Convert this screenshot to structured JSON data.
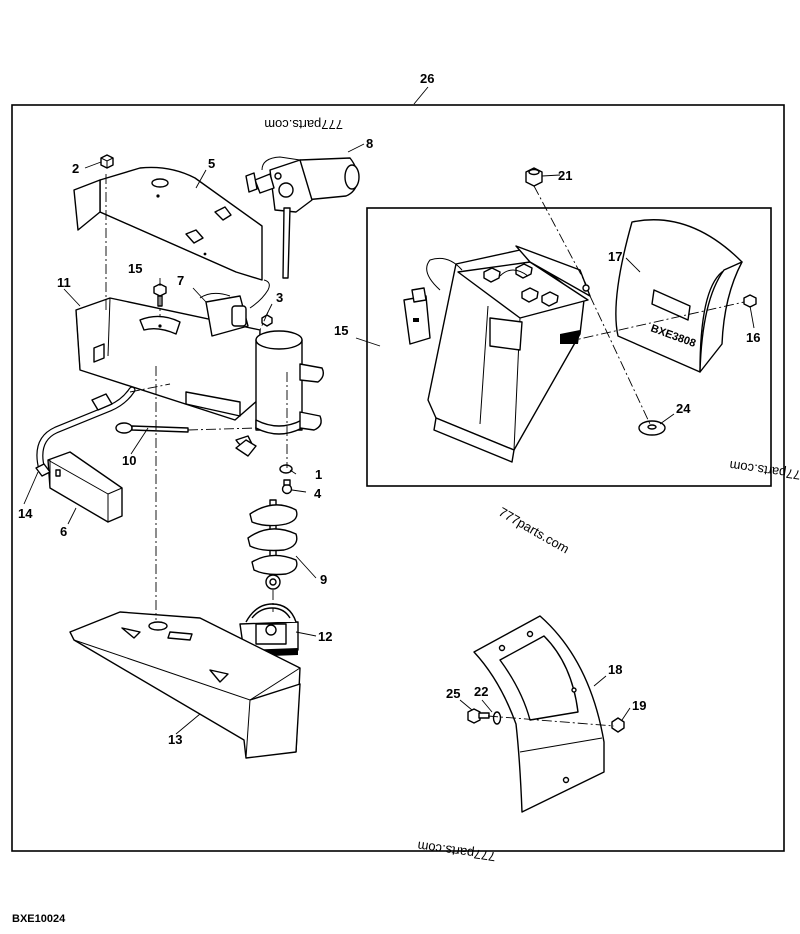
{
  "callouts": {
    "c1": "1",
    "c2": "2",
    "c3": "3",
    "c4": "4",
    "c5": "5",
    "c6": "6",
    "c7": "7",
    "c8": "8",
    "c9": "9",
    "c10": "10",
    "c11": "11",
    "c12": "12",
    "c13": "13",
    "c14": "14",
    "c15a": "15",
    "c15b": "15",
    "c16": "16",
    "c17": "17",
    "c18": "18",
    "c19": "19",
    "c21": "21",
    "c22": "22",
    "c24": "24",
    "c25": "25",
    "c26": "26"
  },
  "watermarks": {
    "top": "777parts.com",
    "middle": "777parts.com",
    "inset": "777parts.com",
    "bottom": "777parts.com"
  },
  "decal_code": "BXE3808",
  "figure_id": "BXE10024"
}
